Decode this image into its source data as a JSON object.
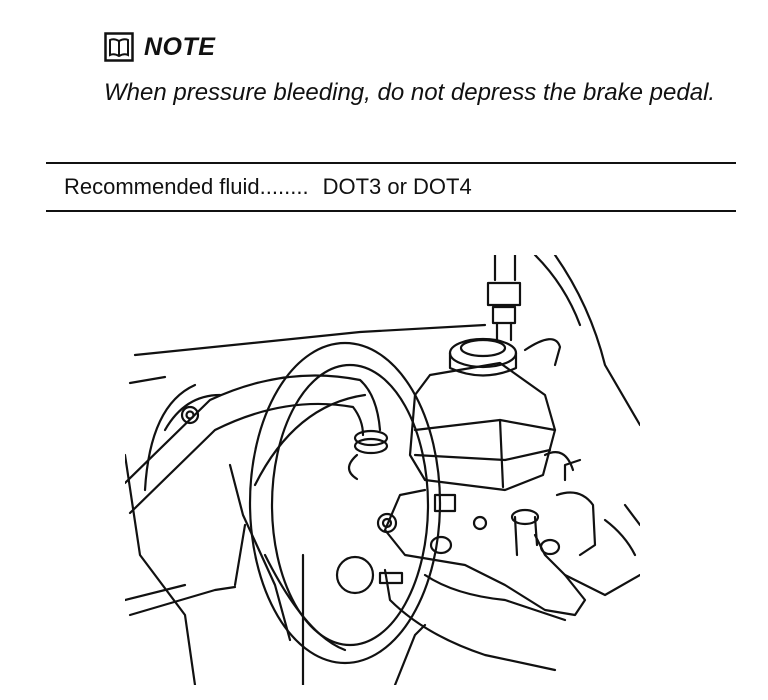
{
  "note": {
    "icon": "manual-book-icon",
    "title": "NOTE",
    "text": "When pressure bleeding, do not depress the brake pedal."
  },
  "spec": {
    "label": "Recommended fluid........",
    "value": "DOT3 or DOT4"
  },
  "figure": {
    "subject": "brake-master-cylinder-and-booster-line-drawing"
  }
}
